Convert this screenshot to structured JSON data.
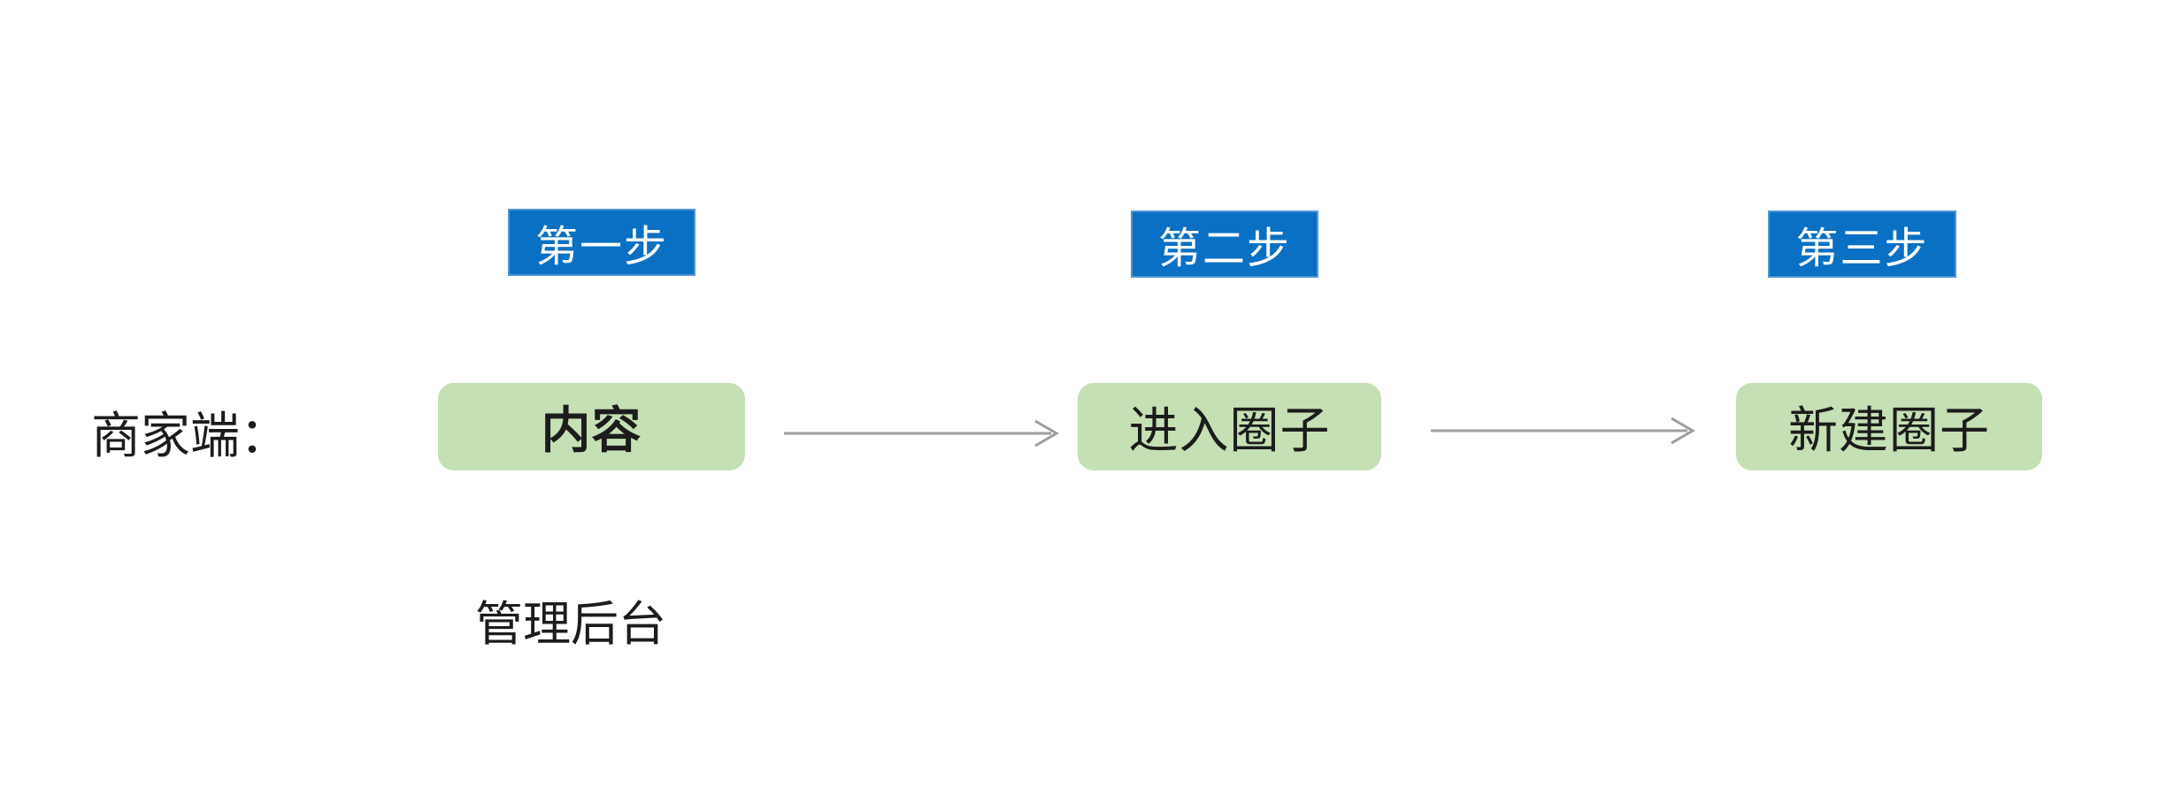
{
  "colors": {
    "step_badge_bg": "#0A70C4",
    "step_badge_border": "#4F97D6",
    "step_badge_text": "#FFFFFF",
    "node_bg": "#C5E0B4",
    "node_text": "#1C1C1C",
    "arrow": "#9E9E9E",
    "label_text": "#1C1C1C",
    "background": "#FFFFFF"
  },
  "flow": {
    "row_label": "商家端：",
    "row_sublabel": "管理后台",
    "steps": [
      {
        "badge_label": "第一步",
        "node_label": "内容"
      },
      {
        "badge_label": "第二步",
        "node_label": "进入圈子"
      },
      {
        "badge_label": "第三步",
        "node_label": "新建圈子"
      }
    ],
    "arrows": [
      {
        "icon": "arrow-right"
      },
      {
        "icon": "arrow-right"
      }
    ]
  }
}
